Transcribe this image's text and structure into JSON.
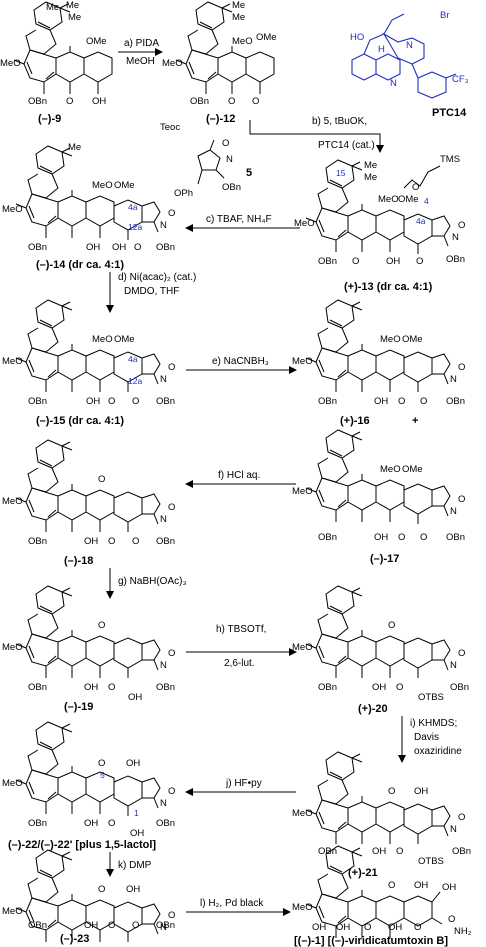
{
  "compounds": {
    "c9": "(–)-9",
    "c12": "(–)-12",
    "c13": "(+)-13 (dr ca. 4:1)",
    "c14": "(–)-14 (dr ca. 4:1)",
    "c15": "(–)-15 (dr ca. 4:1)",
    "c16": "(+)-16",
    "c17": "(–)-17",
    "c18": "(–)-18",
    "c19": "(–)-19",
    "c20": "(+)-20",
    "c21": "(+)-21",
    "c22": "(–)-22/(–)-22' [plus 1,5-lactol]",
    "c23": "(–)-23",
    "c1": "[(–)-1] [(–)-viridicatumtoxin B]",
    "c5": "5",
    "ptc": "PTC14"
  },
  "reagents": {
    "a": "a) PIDA",
    "a2": "MeOH",
    "b": "b) 5, tBuOK,",
    "b2": "PTC14 (cat.)",
    "c": "c) TBAF, NH₄F",
    "d": "d) Ni(acac)₂ (cat.)",
    "d2": "DMDO, THF",
    "e": "e) NaCNBH₃",
    "f": "f) HCl aq.",
    "g": "g) NaBH(OAc)₃",
    "h": "h) TBSOTf,",
    "h2": "2,6-lut.",
    "i": "i) KHMDS;",
    "i2": "Davis",
    "i3": "oxaziridine",
    "j": "j) HF•py",
    "k": "k) DMP",
    "l": "l) H₂, Pd black"
  },
  "atoms": {
    "me": "Me",
    "meo": "MeO",
    "ome": "OMe",
    "obn": "OBn",
    "oh": "OH",
    "o": "O",
    "n": "N",
    "otbs": "OTBS",
    "tms": "TMS",
    "teoc": "Teoc",
    "oph": "OPh",
    "nh2": "NH₂",
    "ho": "HO",
    "h": "H",
    "br": "Br",
    "cf3": "CF₃",
    "plus": "+"
  },
  "locants": {
    "n4": "4",
    "n4a": "4a",
    "n12a": "12a",
    "n15": "15",
    "n5": "5",
    "n1": "1"
  }
}
